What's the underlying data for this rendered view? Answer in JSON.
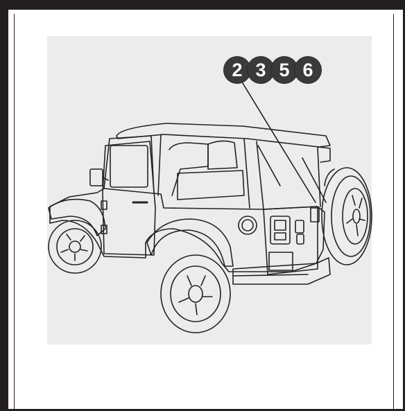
{
  "figure": {
    "subject": "jeep-rear-three-quarter-view",
    "callouts": [
      "2",
      "3",
      "5",
      "6"
    ]
  },
  "colors": {
    "frame": "#231f20",
    "badge": "#3a3a3a",
    "background_panel": "#ececec"
  }
}
